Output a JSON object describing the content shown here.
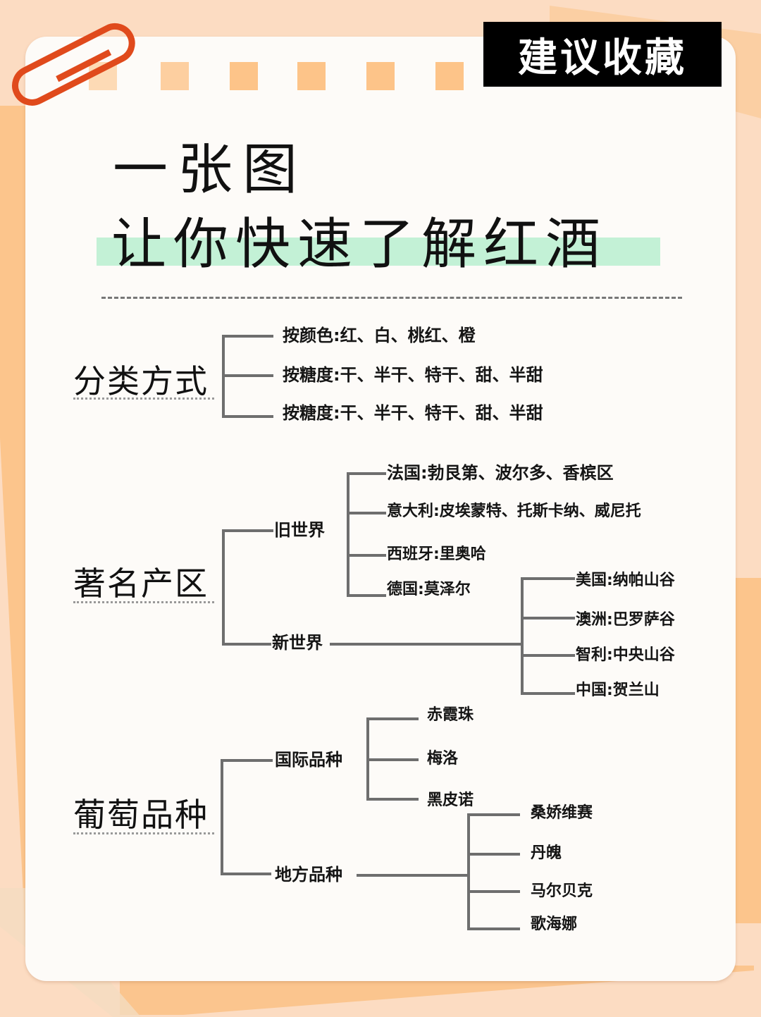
{
  "badge": {
    "label": "建议收藏"
  },
  "title": {
    "line1": "一张图",
    "line2": "让你快速了解红酒"
  },
  "colors": {
    "background": "#fcdcc2",
    "paper": "#fdfbf8",
    "accent_orange": "#fcc58c",
    "paperclip": "#e04a1c",
    "highlight_green": "#c3f1d6",
    "line_gray": "#6e6e6e",
    "badge_bg": "#000000"
  },
  "sections": [
    {
      "title": "分类方式",
      "children": [
        {
          "label": "按颜色:红、白、桃红、橙"
        },
        {
          "label": "按糖度:干、半干、特干、甜、半甜"
        },
        {
          "label": "按糖度:干、半干、特干、甜、半甜"
        }
      ]
    },
    {
      "title": "著名产区",
      "children": [
        {
          "label": "旧世界",
          "children": [
            {
              "label": "法国:勃艮第、波尔多、香槟区"
            },
            {
              "label": "意大利:皮埃蒙特、托斯卡纳、威尼托"
            },
            {
              "label": "西班牙:里奥哈"
            },
            {
              "label": "德国:莫泽尔"
            }
          ]
        },
        {
          "label": "新世界",
          "children": [
            {
              "label": "美国:纳帕山谷"
            },
            {
              "label": "澳洲:巴罗萨谷"
            },
            {
              "label": "智利:中央山谷"
            },
            {
              "label": "中国:贺兰山"
            }
          ]
        }
      ]
    },
    {
      "title": "葡萄品种",
      "children": [
        {
          "label": "国际品种",
          "children": [
            {
              "label": "赤霞珠"
            },
            {
              "label": "梅洛"
            },
            {
              "label": "黑皮诺"
            }
          ]
        },
        {
          "label": "地方品种",
          "children": [
            {
              "label": "桑娇维赛"
            },
            {
              "label": "丹魄"
            },
            {
              "label": "马尔贝克"
            },
            {
              "label": "歌海娜"
            }
          ]
        }
      ]
    }
  ]
}
